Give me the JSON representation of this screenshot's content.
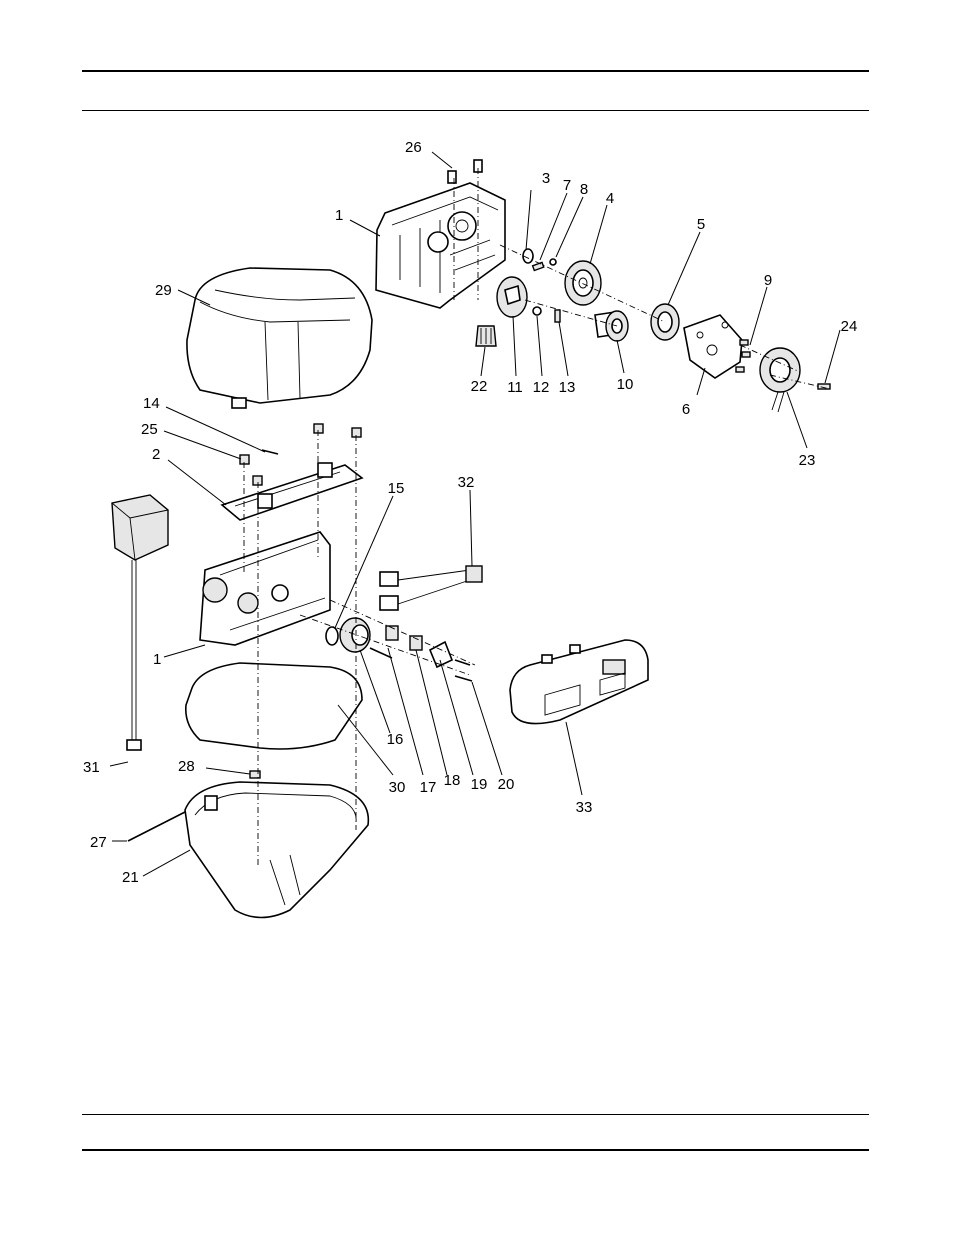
{
  "part_labels": [
    {
      "id": "label-1a",
      "text": "1"
    },
    {
      "id": "label-1b",
      "text": "1"
    },
    {
      "id": "label-2",
      "text": "2"
    },
    {
      "id": "label-3",
      "text": "3"
    },
    {
      "id": "label-4",
      "text": "4"
    },
    {
      "id": "label-5",
      "text": "5"
    },
    {
      "id": "label-6",
      "text": "6"
    },
    {
      "id": "label-7",
      "text": "7"
    },
    {
      "id": "label-8",
      "text": "8"
    },
    {
      "id": "label-9",
      "text": "9"
    },
    {
      "id": "label-10",
      "text": "10"
    },
    {
      "id": "label-11",
      "text": "11"
    },
    {
      "id": "label-12",
      "text": "12"
    },
    {
      "id": "label-13",
      "text": "13"
    },
    {
      "id": "label-14",
      "text": "14"
    },
    {
      "id": "label-15",
      "text": "15"
    },
    {
      "id": "label-16",
      "text": "16"
    },
    {
      "id": "label-17",
      "text": "17"
    },
    {
      "id": "label-18",
      "text": "18"
    },
    {
      "id": "label-19",
      "text": "19"
    },
    {
      "id": "label-20",
      "text": "20"
    },
    {
      "id": "label-21",
      "text": "21"
    },
    {
      "id": "label-22",
      "text": "22"
    },
    {
      "id": "label-23",
      "text": "23"
    },
    {
      "id": "label-24",
      "text": "24"
    },
    {
      "id": "label-25",
      "text": "25"
    },
    {
      "id": "label-26",
      "text": "26"
    },
    {
      "id": "label-27",
      "text": "27"
    },
    {
      "id": "label-28",
      "text": "28"
    },
    {
      "id": "label-29",
      "text": "29"
    },
    {
      "id": "label-30",
      "text": "30"
    },
    {
      "id": "label-31",
      "text": "31"
    },
    {
      "id": "label-32",
      "text": "32"
    },
    {
      "id": "label-33",
      "text": "33"
    }
  ]
}
